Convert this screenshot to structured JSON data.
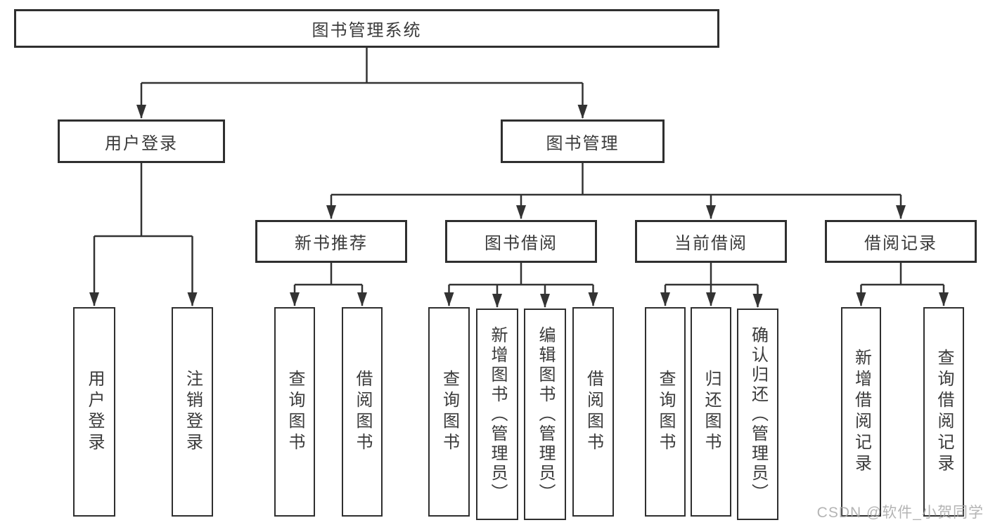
{
  "diagram": {
    "root": "图书管理系统",
    "level2": {
      "user_login": "用户登录",
      "book_mgmt": "图书管理"
    },
    "level3": [
      "新书推荐",
      "图书借阅",
      "当前借阅",
      "借阅记录"
    ],
    "leaves": [
      "用户登录",
      "注销登录",
      "查询图书",
      "借阅图书",
      "查询图书",
      "新增图书（管理员）",
      "编辑图书（管理员）",
      "借阅图书",
      "查询图书",
      "归还图书",
      "确认归还（管理员）",
      "新增借阅记录",
      "查询借阅记录"
    ],
    "watermark": "CSDN @软件_小贺同学",
    "colors": {
      "line": "#333333",
      "border": "#2f2f2f",
      "watermark": "#a8a8a8"
    }
  }
}
